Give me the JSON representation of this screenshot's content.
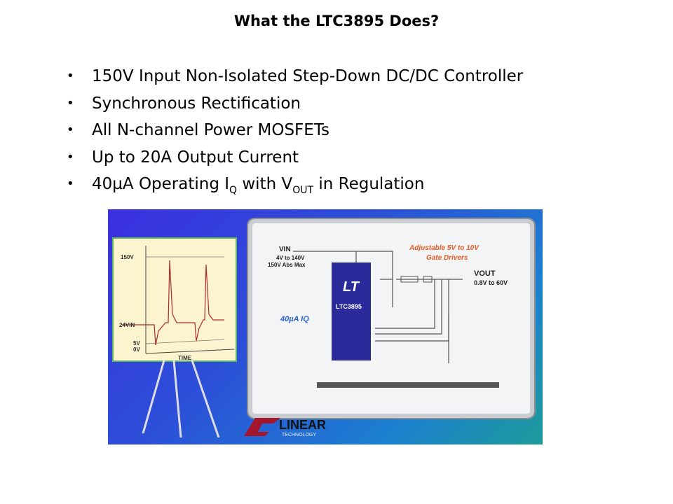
{
  "slide": {
    "title": "What the LTC3895 Does?",
    "bullets": [
      {
        "text": "150V Input Non-Isolated Step-Down DC/DC Controller"
      },
      {
        "text": "Synchronous Rectification"
      },
      {
        "text": "All N-channel Power MOSFETs"
      },
      {
        "text": "Up to 20A Output Current"
      },
      {
        "pre": "40µA Operating I",
        "sub1": "Q",
        "mid": " with V",
        "sub2": "OUT",
        "post": " in Regulation"
      }
    ],
    "bullet_glyph": "•"
  },
  "figure": {
    "easel_chart": {
      "labels": [
        "150V",
        "24VIN",
        "5V",
        "0V"
      ],
      "xlabel": "TIME",
      "trace_color": "#b22a2a"
    },
    "schematic": {
      "vin_label": "VIN",
      "vin_range": "4V to 140V",
      "vin_abs_max": "150V Abs Max",
      "chip_name": "LTC3895",
      "gate_drivers_line1": "Adjustable 5V to 10V",
      "gate_drivers_line2": "Gate Drivers",
      "vout_label": "VOUT",
      "vout_range": "0.8V to 60V",
      "iq_label": "40µA IQ"
    },
    "logo": {
      "line1": "LINEAR",
      "line2": "TECHNOLOGY",
      "color": "#a3162b"
    }
  }
}
